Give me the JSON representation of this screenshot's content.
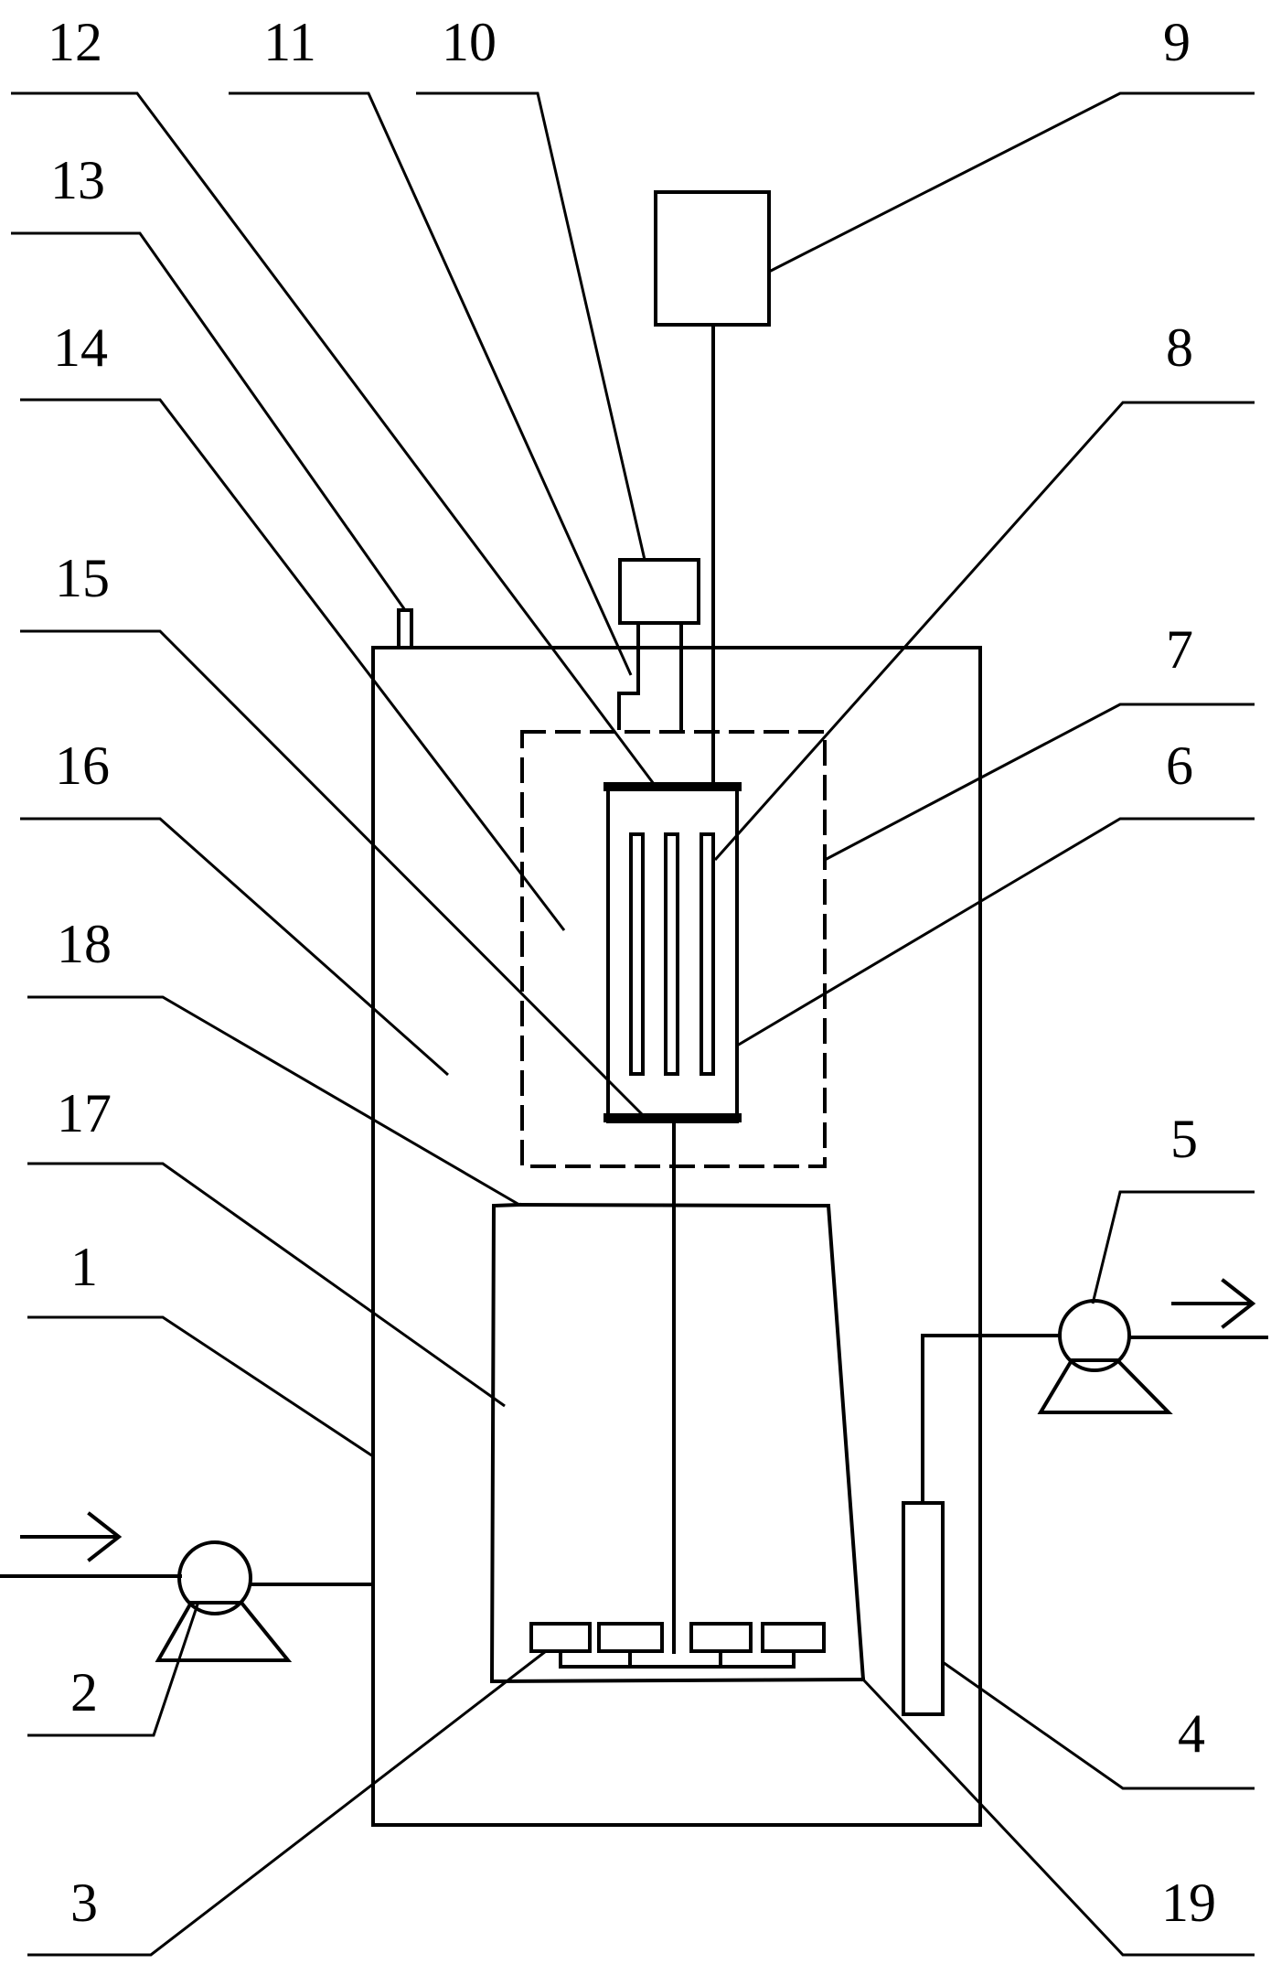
{
  "figure": {
    "labels": {
      "l1": "1",
      "l2": "2",
      "l3": "3",
      "l4": "4",
      "l5": "5",
      "l6": "6",
      "l7": "7",
      "l8": "8",
      "l9": "9",
      "l10": "10",
      "l11": "11",
      "l12": "12",
      "l13": "13",
      "l14": "14",
      "l15": "15",
      "l16": "16",
      "l17": "17",
      "l18": "18",
      "l19": "19"
    },
    "colors": {
      "ink": "#000000",
      "paper": "#ffffff"
    }
  }
}
